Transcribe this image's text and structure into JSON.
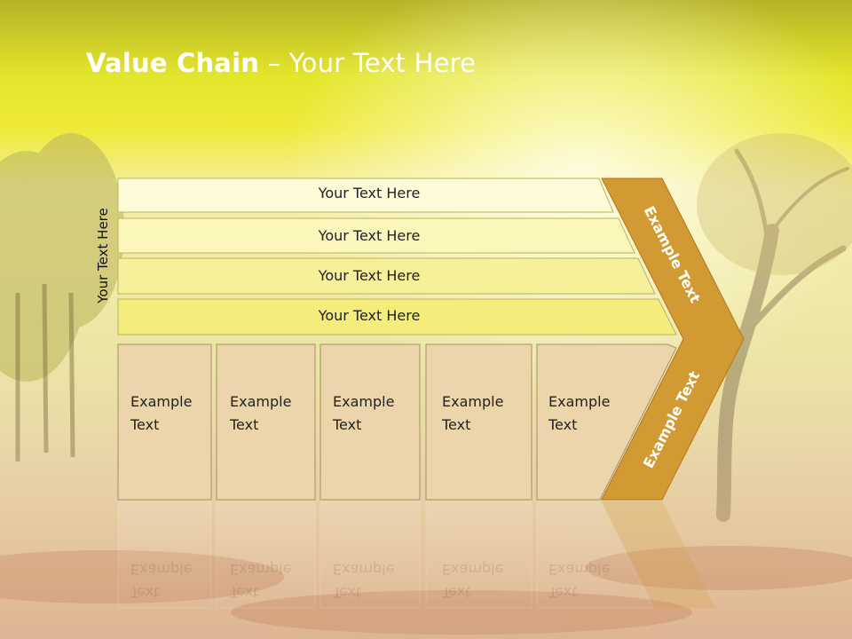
{
  "title": {
    "bold": "Value Chain",
    "rest": " – Your Text Here"
  },
  "side_label": "Your Text Here",
  "rows": [
    {
      "label": "Your Text Here"
    },
    {
      "label": "Your Text Here"
    },
    {
      "label": "Your Text Here"
    },
    {
      "label": "Your Text Here"
    }
  ],
  "columns": [
    {
      "line1": "Example",
      "line2": "Text"
    },
    {
      "line1": "Example",
      "line2": "Text"
    },
    {
      "line1": "Example",
      "line2": "Text"
    },
    {
      "line1": "Example",
      "line2": "Text"
    },
    {
      "line1": "Example",
      "line2": "Text"
    }
  ],
  "arrow": {
    "upper": "Example Text",
    "lower": "Example Text"
  },
  "colors": {
    "header_yellow": "#e9ec2a",
    "row_fills": [
      "#fdfbd8",
      "#fbf6b9",
      "#f7f09a",
      "#f4ec7b"
    ],
    "column_fill": "#ecd5aa",
    "arrow_fill": "#d19a32",
    "title_text": "#ffffff"
  }
}
